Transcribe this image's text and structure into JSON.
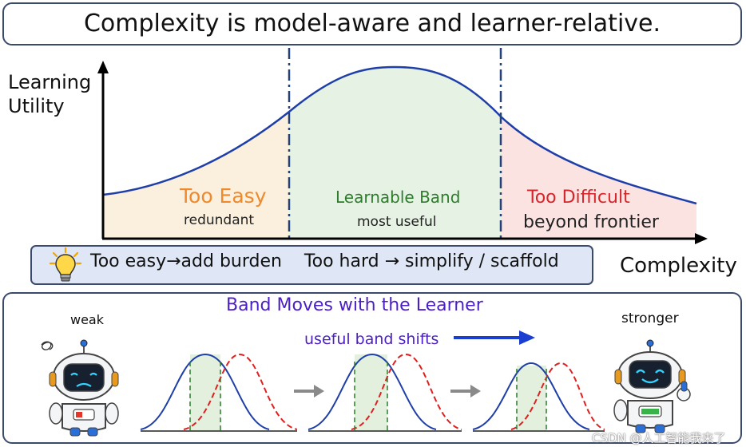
{
  "title": "Complexity is model-aware and learner-relative.",
  "axes": {
    "y_label_line1": "Learning",
    "y_label_line2": "Utility",
    "x_label": "Complexity"
  },
  "zones": {
    "easy": {
      "label": "Too Easy",
      "sublabel": "redundant",
      "color": "#f0892a",
      "fill": "#fbefdd"
    },
    "learnable": {
      "label": "Learnable Band",
      "sublabel": "most useful",
      "color": "#2d7d2d",
      "fill": "#e6f2e3"
    },
    "difficult": {
      "label": "Too Difficult",
      "sublabel": "beyond frontier",
      "color": "#d7262b",
      "fill": "#fbe3e2"
    }
  },
  "tip": {
    "icon": "lightbulb-icon",
    "text": "Too easy→add burden    Too hard → simplify / scaffold"
  },
  "bottom": {
    "title": "Band Moves with the Learner",
    "title_color": "#4b1fc4",
    "shift_text": "useful band shifts",
    "weak_label": "weak",
    "strong_label": "stronger"
  },
  "watermark": "CSDN @人工智能我来了",
  "colors": {
    "curve": "#1f3fa8",
    "shifted_curve": "#e02020",
    "divider": "#24427a",
    "arrow_gray": "#8a8a8a",
    "shift_arrow": "#1a3fd0"
  }
}
